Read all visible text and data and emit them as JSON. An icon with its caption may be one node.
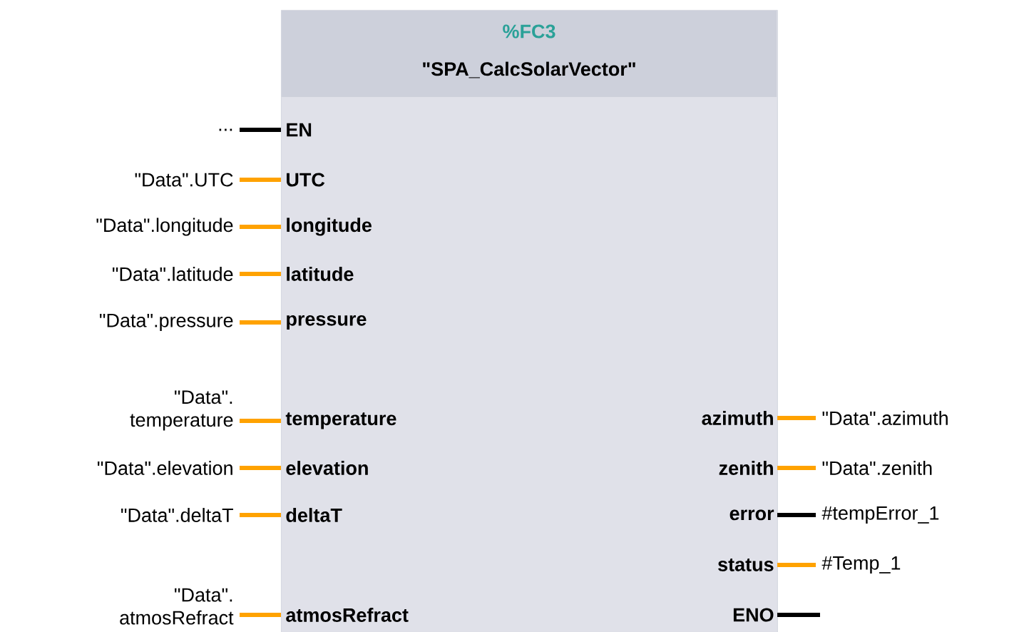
{
  "diagram": {
    "nodes": [
      {
        "text": [
          "%FC3",
          "\"SPA_CalcSolarVector\""
        ]
      },
      {
        "text": [
          "EN"
        ],
        "in": 0
      },
      {
        "text": [
          "UTC"
        ],
        "in": 0
      },
      {
        "text": [
          "longitude"
        ],
        "in": 0
      },
      {
        "text": [
          "latitude"
        ],
        "in": 0
      },
      {
        "text": [
          "pressure"
        ],
        "in": 0
      },
      {
        "text": [
          "temperature"
        ],
        "in": 0
      },
      {
        "text": [
          "elevation"
        ],
        "in": 0
      },
      {
        "text": [
          "deltaT"
        ],
        "in": 0
      },
      {
        "text": [
          "atmosRefract"
        ],
        "in": 0
      },
      {
        "text": [
          "azimuth"
        ],
        "in": 0
      },
      {
        "text": [
          "zenith"
        ],
        "in": 0
      },
      {
        "text": [
          "error"
        ],
        "in": 0
      },
      {
        "text": [
          "status"
        ],
        "in": 0
      },
      {
        "text": [
          "ENO"
        ],
        "in": 0
      },
      {
        "text": [
          "..."
        ]
      },
      {
        "text": [
          "\"Data\".UTC"
        ]
      },
      {
        "text": [
          "\"Data\".longitude"
        ]
      },
      {
        "text": [
          "\"Data\".latitude"
        ]
      },
      {
        "text": [
          "\"Data\".pressure"
        ]
      },
      {
        "text": [
          "\"Data\". temperature"
        ]
      },
      {
        "text": [
          "\"Data\".elevation"
        ]
      },
      {
        "text": [
          "\"Data\".deltaT"
        ]
      },
      {
        "text": [
          "\"Data\". atmosRefract"
        ]
      },
      {
        "text": [
          "\"Data\".azimuth"
        ]
      },
      {
        "text": [
          "\"Data\".zenith"
        ]
      },
      {
        "text": [
          "#tempError_1"
        ]
      },
      {
        "text": [
          "#Temp_1"
        ]
      }
    ],
    "edges": [
      {
        "from": 15,
        "to": 1,
        "arrow": "none",
        "color": "#000000"
      },
      {
        "from": 16,
        "to": 2,
        "arrow": "none"
      },
      {
        "from": 17,
        "to": 3,
        "arrow": "none"
      },
      {
        "from": 18,
        "to": 4,
        "arrow": "none"
      },
      {
        "from": 19,
        "to": 5,
        "arrow": "none"
      },
      {
        "from": 20,
        "to": 6,
        "arrow": "none"
      },
      {
        "from": 21,
        "to": 7,
        "arrow": "none"
      },
      {
        "from": 22,
        "to": 8,
        "arrow": "none"
      },
      {
        "from": 23,
        "to": 9,
        "arrow": "none"
      },
      {
        "from": 10,
        "to": 24,
        "arrow": "none"
      },
      {
        "from": 11,
        "to": 25,
        "arrow": "none"
      },
      {
        "from": 12,
        "to": 26,
        "arrow": "none",
        "color": "#000000"
      },
      {
        "from": 13,
        "to": 27,
        "arrow": "none"
      },
      {
        "from": 14,
        "to": null,
        "arrow": "none",
        "color": "#000000"
      }
    ]
  }
}
